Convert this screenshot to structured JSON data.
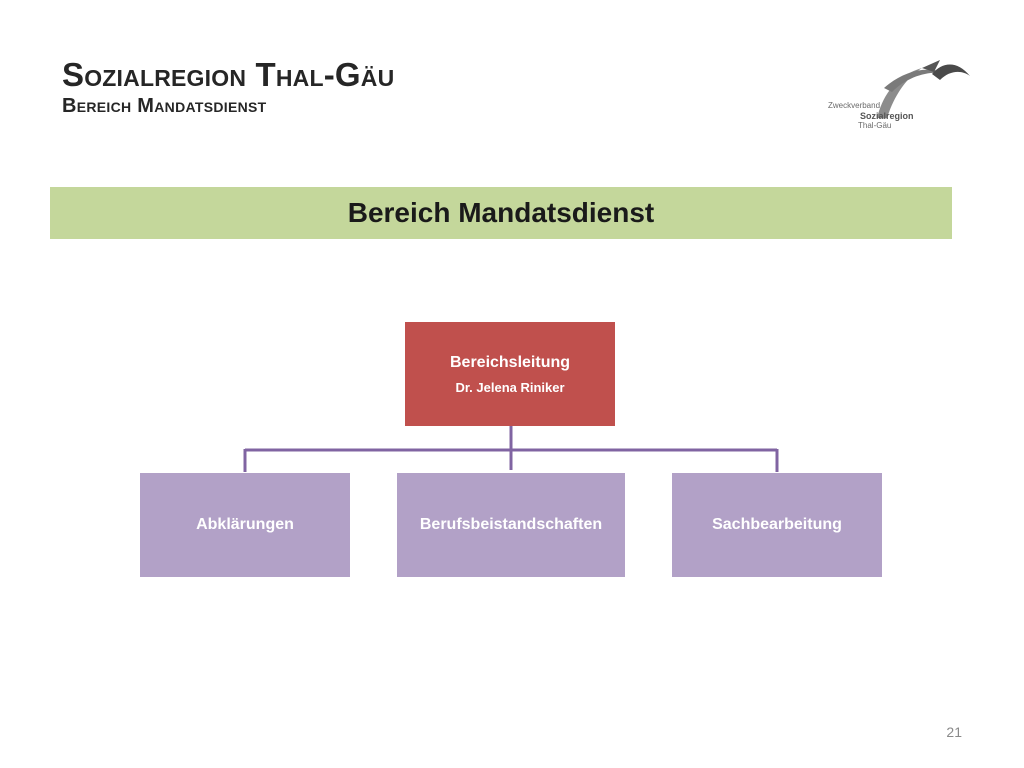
{
  "header": {
    "title": "Sozialregion Thal-Gäu",
    "subtitle": "Bereich Mandatsdienst"
  },
  "logo": {
    "line1": "Zweckverband",
    "line2": "Sozialregion",
    "line3": "Thal-Gäu"
  },
  "banner": {
    "title": "Bereich Mandatsdienst"
  },
  "org_chart": {
    "lead": {
      "role": "Bereichsleitung",
      "person": "Dr. Jelena Riniker"
    },
    "units": [
      "Abklärungen",
      "Berufsbeistandschaften",
      "Sachbearbeitung"
    ]
  },
  "colors": {
    "banner": "#c4d79b",
    "lead": "#c0504d",
    "units": "#b2a1c7",
    "connector": "#8064a2"
  },
  "footer": {
    "page_number": "21"
  }
}
